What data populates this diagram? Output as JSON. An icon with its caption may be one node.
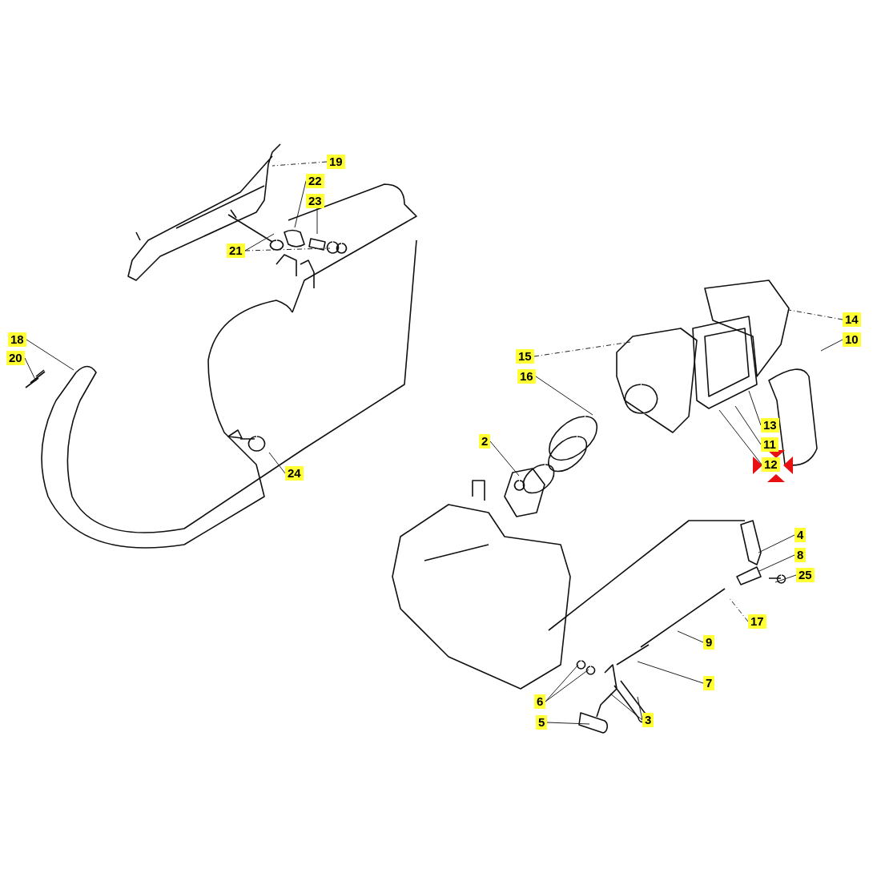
{
  "diagram": {
    "nodes": [
      {
        "text": [
          "19"
        ]
      },
      {
        "text": [
          "22"
        ]
      },
      {
        "text": [
          "23"
        ]
      },
      {
        "text": [
          "21"
        ]
      },
      {
        "text": [
          "14"
        ]
      },
      {
        "text": [
          "18"
        ]
      },
      {
        "text": [
          "10"
        ]
      },
      {
        "text": [
          "15"
        ]
      },
      {
        "text": [
          "20"
        ]
      },
      {
        "text": [
          "16"
        ]
      },
      {
        "text": [
          "13"
        ]
      },
      {
        "text": [
          "2"
        ]
      },
      {
        "text": [
          "11"
        ]
      },
      {
        "text": [
          "12"
        ]
      },
      {
        "text": [
          "24"
        ]
      },
      {
        "text": [
          "4"
        ]
      },
      {
        "text": [
          "8"
        ]
      },
      {
        "text": [
          "25"
        ]
      },
      {
        "text": [
          "17"
        ]
      },
      {
        "text": [
          "9"
        ]
      },
      {
        "text": [
          "7"
        ]
      },
      {
        "text": [
          "6"
        ]
      },
      {
        "text": [
          "3"
        ]
      },
      {
        "text": [
          "5"
        ]
      }
    ],
    "edges": [
      {
        "from": 0,
        "to": null,
        "arrow": "none",
        "style": "dashed"
      },
      {
        "from": 1,
        "to": null,
        "arrow": "none"
      },
      {
        "from": 2,
        "to": null,
        "arrow": "none"
      },
      {
        "from": 3,
        "to": null,
        "arrow": "none"
      },
      {
        "from": 3,
        "to": null,
        "arrow": "none",
        "style": "dashed"
      },
      {
        "from": 4,
        "to": null,
        "arrow": "none",
        "style": "dashed"
      },
      {
        "from": 5,
        "to": null,
        "arrow": "none"
      },
      {
        "from": 6,
        "to": null,
        "arrow": "none"
      },
      {
        "from": 7,
        "to": null,
        "arrow": "none",
        "style": "dashed"
      },
      {
        "from": 8,
        "to": null,
        "arrow": "none"
      },
      {
        "from": 9,
        "to": null,
        "arrow": "none"
      },
      {
        "from": 10,
        "to": null,
        "arrow": "none"
      },
      {
        "from": 11,
        "to": null,
        "arrow": "none"
      },
      {
        "from": 12,
        "to": null,
        "arrow": "none"
      },
      {
        "from": 13,
        "to": null,
        "arrow": "none"
      },
      {
        "from": 14,
        "to": null,
        "arrow": "none"
      },
      {
        "from": 15,
        "to": null,
        "arrow": "none"
      },
      {
        "from": 16,
        "to": null,
        "arrow": "none"
      },
      {
        "from": 17,
        "to": null,
        "arrow": "none"
      },
      {
        "from": 18,
        "to": null,
        "arrow": "none",
        "style": "dashed"
      },
      {
        "from": 19,
        "to": null,
        "arrow": "none"
      },
      {
        "from": 20,
        "to": null,
        "arrow": "none"
      },
      {
        "from": 21,
        "to": null,
        "arrow": "none"
      },
      {
        "from": 21,
        "to": null,
        "arrow": "none"
      },
      {
        "from": 22,
        "to": null,
        "arrow": "none"
      },
      {
        "from": 22,
        "to": null,
        "arrow": "none"
      },
      {
        "from": 23,
        "to": null,
        "arrow": "none"
      }
    ]
  }
}
